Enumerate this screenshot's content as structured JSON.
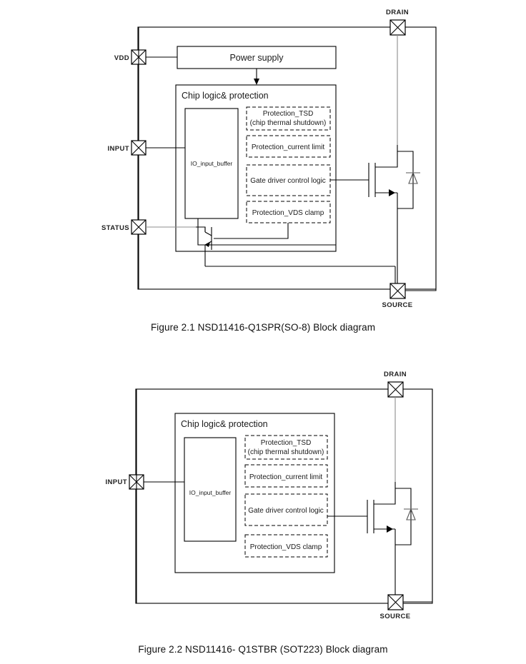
{
  "document": {
    "figures": [
      {
        "id": "fig-2-1",
        "caption": "Figure 2.1 NSD11416-Q1SPR(SO-8) Block diagram",
        "pins": [
          {
            "name": "VDD",
            "label": "VDD"
          },
          {
            "name": "INPUT",
            "label": "INPUT"
          },
          {
            "name": "STATUS",
            "label": "STATUS"
          },
          {
            "name": "DRAIN",
            "label": "DRAIN"
          },
          {
            "name": "SOURCE",
            "label": "SOURCE"
          }
        ],
        "power_supply": {
          "label": "Power supply"
        },
        "chip": {
          "title": "Chip logic& protection",
          "io_buffer": {
            "label": "IO_input_buffer"
          },
          "blocks": [
            {
              "line1": "Protection_TSD",
              "line2": "(chip thermal shutdown)"
            },
            {
              "line1": "Protection_current limit",
              "line2": ""
            },
            {
              "line1": "Gate driver control logic",
              "line2": ""
            },
            {
              "line1": "Protection_VDS clamp",
              "line2": ""
            }
          ]
        }
      },
      {
        "id": "fig-2-2",
        "caption": "Figure 2.2 NSD11416- Q1STBR (SOT223) Block diagram",
        "pins": [
          {
            "name": "INPUT",
            "label": "INPUT"
          },
          {
            "name": "DRAIN",
            "label": "DRAIN"
          },
          {
            "name": "SOURCE",
            "label": "SOURCE"
          }
        ],
        "chip": {
          "title": "Chip logic& protection",
          "io_buffer": {
            "label": "IO_input_buffer"
          },
          "blocks": [
            {
              "line1": "Protection_TSD",
              "line2": "(chip thermal shutdown)"
            },
            {
              "line1": "Protection_current limit",
              "line2": ""
            },
            {
              "line1": "Gate driver control logic",
              "line2": ""
            },
            {
              "line1": "Protection_VDS clamp",
              "line2": ""
            }
          ]
        }
      }
    ],
    "colors": {
      "ink": "#1a1a1a",
      "wire": "#000000",
      "gray_wire": "#8c8c8c"
    }
  }
}
